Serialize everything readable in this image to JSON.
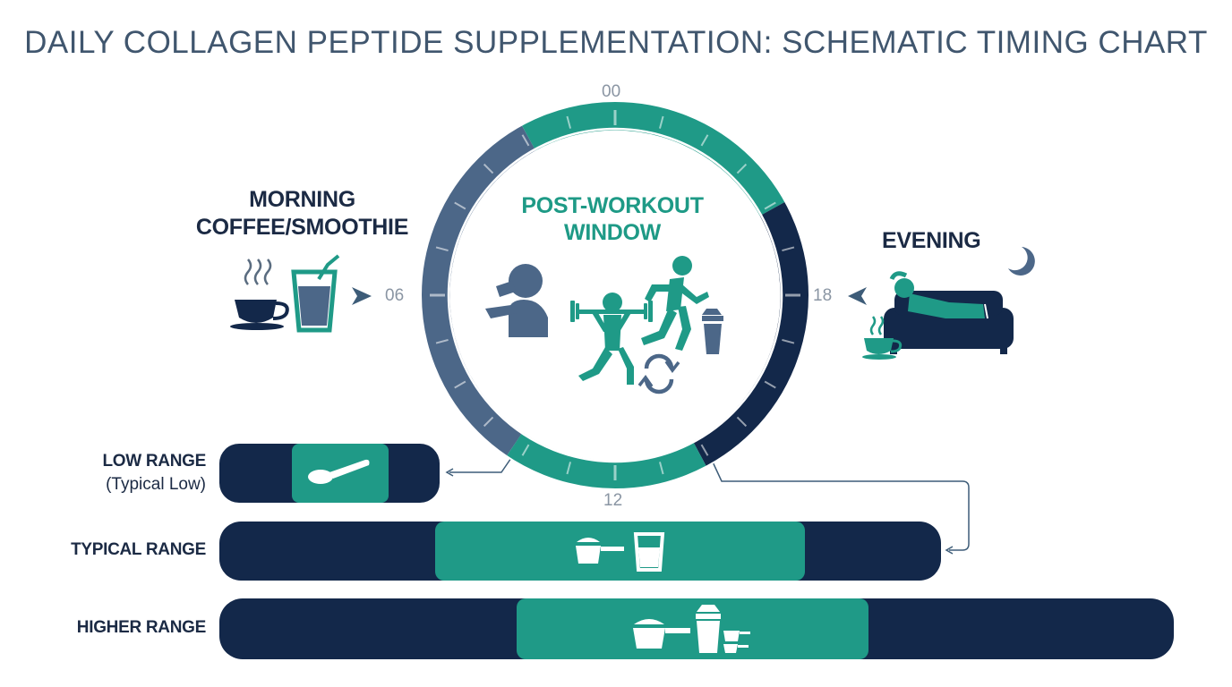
{
  "title": "DAILY COLLAGEN PEPTIDE SUPPLEMENTATION: SCHEMATIC TIMING CHART",
  "clock": {
    "hour_labels": {
      "top": "00",
      "left": "06",
      "right": "18",
      "bottom": "12"
    },
    "center_label_line1": "POST-WORKOUT",
    "center_label_line2": "WINDOW"
  },
  "timing": {
    "morning_line1": "MORNING",
    "morning_line2": "COFFEE/SMOOTHIE",
    "evening": "EVENING"
  },
  "ranges": [
    {
      "name": "LOW RANGE",
      "sub": "(Typical Low)"
    },
    {
      "name": "TYPICAL RANGE"
    },
    {
      "name": "HIGHER RANGE"
    }
  ],
  "colors": {
    "teal": "#1f9a87",
    "navy": "#13284a",
    "slate": "#4c6788",
    "title": "#40566e"
  },
  "icons": [
    "coffee-cup-icon",
    "smoothie-glass-icon",
    "drinking-person-icon",
    "weightlifter-icon",
    "runner-icon",
    "shaker-bottle-icon",
    "refresh-icon",
    "moon-icon",
    "reclining-person-sofa-icon",
    "tea-cup-icon",
    "scoop-spoon-icon",
    "measuring-scoop-icon",
    "water-glass-icon"
  ]
}
